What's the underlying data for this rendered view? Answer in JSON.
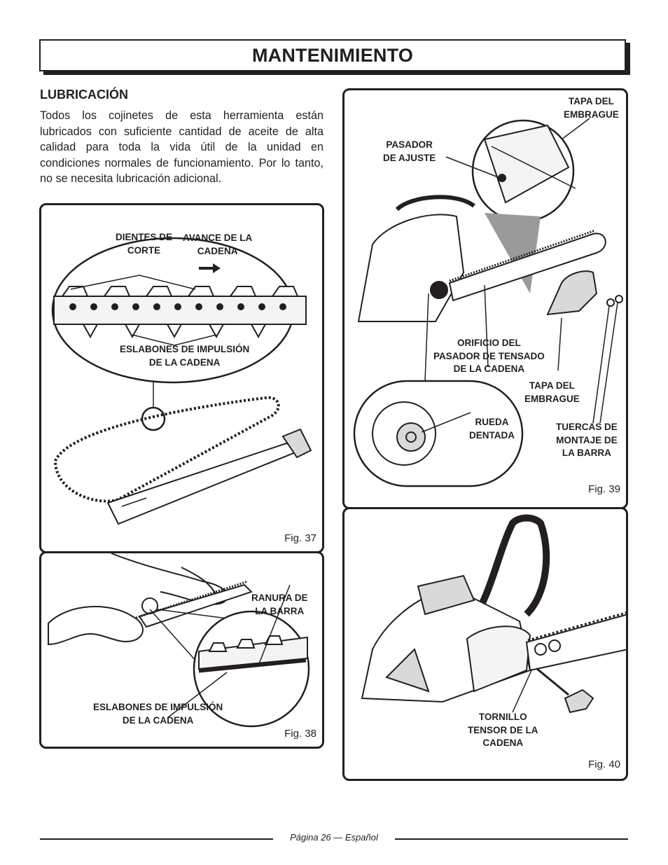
{
  "header": {
    "title": "MANTENIMIENTO"
  },
  "section": {
    "heading": "LUBRICACIÓN",
    "body": "Todos los cojinetes de esta herramienta están lubricados con suficiente cantidad de aceite de alta calidad para toda la vida útil de la unidad en condiciones normales de funcionamiento. Por lo tanto, no se necesita lubricación adicional."
  },
  "fig37": {
    "label": "Fig. 37",
    "callouts": {
      "cutting_teeth": "DIENTES DE\nCORTE",
      "chain_advance": "AVANCE DE LA\nCADENA",
      "drive_links": "ESLABONES DE IMPULSIÓN\nDE LA CADENA"
    }
  },
  "fig38": {
    "label": "Fig. 38",
    "callouts": {
      "bar_groove": "RANURA DE\nLA BARRA",
      "drive_links": "ESLABONES DE IMPULSIÓN\nDE LA CADENA"
    }
  },
  "fig39": {
    "label": "Fig. 39",
    "callouts": {
      "clutch_cover_top": "TAPA DEL\nEMBRAGUE",
      "adjust_pin": "PASADOR\nDE AJUSTE",
      "tension_pin_hole": "ORIFICIO DEL\nPASADOR DE TENSADO\nDE LA CADENA",
      "clutch_cover": "TAPA DEL\nEMBRAGUE",
      "sprocket": "RUEDA\nDENTADA",
      "bar_nuts": "TUERCAS DE\nMONTAJE DE\nLA BARRA"
    }
  },
  "fig40": {
    "label": "Fig. 40",
    "callouts": {
      "tension_screw": "TORNILLO\nTENSOR DE LA\nCADENA"
    }
  },
  "footer": {
    "text": "Página 26  — Español"
  },
  "colors": {
    "ink": "#231f20",
    "shade": "#9a9a9a",
    "light": "#d9d9d9"
  }
}
